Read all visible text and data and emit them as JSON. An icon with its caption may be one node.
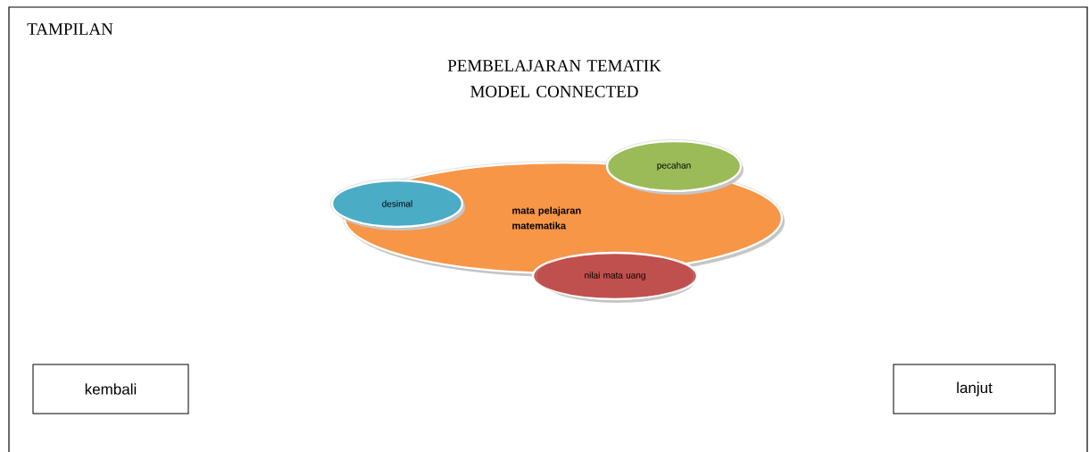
{
  "diagram": {
    "title": "PEMBELAJARAN TEMATIK MODEL CONNECTED",
    "nodes": [
      {
        "text": [
          "**mata pelajaran matematika**"
        ]
      },
      {
        "text": [
          "desimal"
        ]
      },
      {
        "text": [
          "pecahan"
        ]
      },
      {
        "text": [
          "nilai mata uang"
        ]
      },
      {
        "text": [
          "kembali"
        ]
      },
      {
        "text": [
          "lanjut"
        ]
      }
    ],
    "edges": [],
    "labels": [
      "TAMPILAN"
    ]
  }
}
